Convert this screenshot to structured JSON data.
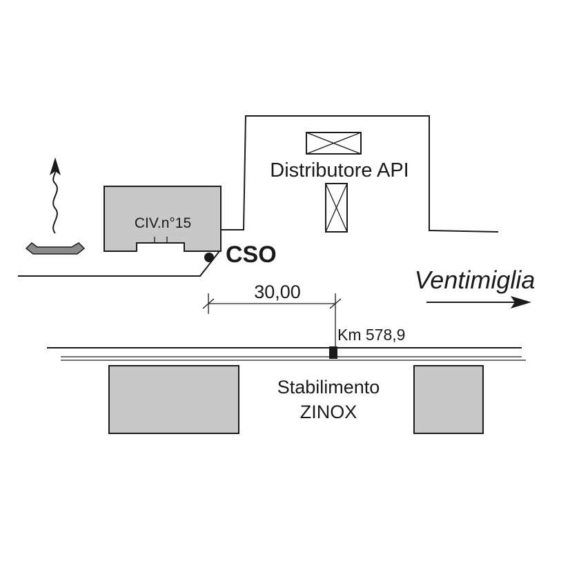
{
  "labels": {
    "distributor": "Distributore API",
    "civic_number": "CIV.n°15",
    "cso": "CSO",
    "distance": "30,00",
    "direction": "Ventimiglia",
    "km_marker": "Km 578,9",
    "plant_line1": "Stabilimento",
    "plant_line2": "ZINOX"
  },
  "colors": {
    "ink": "#1a1a1a",
    "building_fill": "#c8c8c8",
    "outlet_fill": "#8a8a8a"
  },
  "icons": {
    "north_arrow": "wavy-up-arrow-icon",
    "outlet": "discharge-trough-icon",
    "pump_top": "fuel-pump-crossed-box-icon",
    "pump_bottom": "fuel-pump-crossed-box-icon",
    "direction_arrow": "right-arrow-icon"
  }
}
